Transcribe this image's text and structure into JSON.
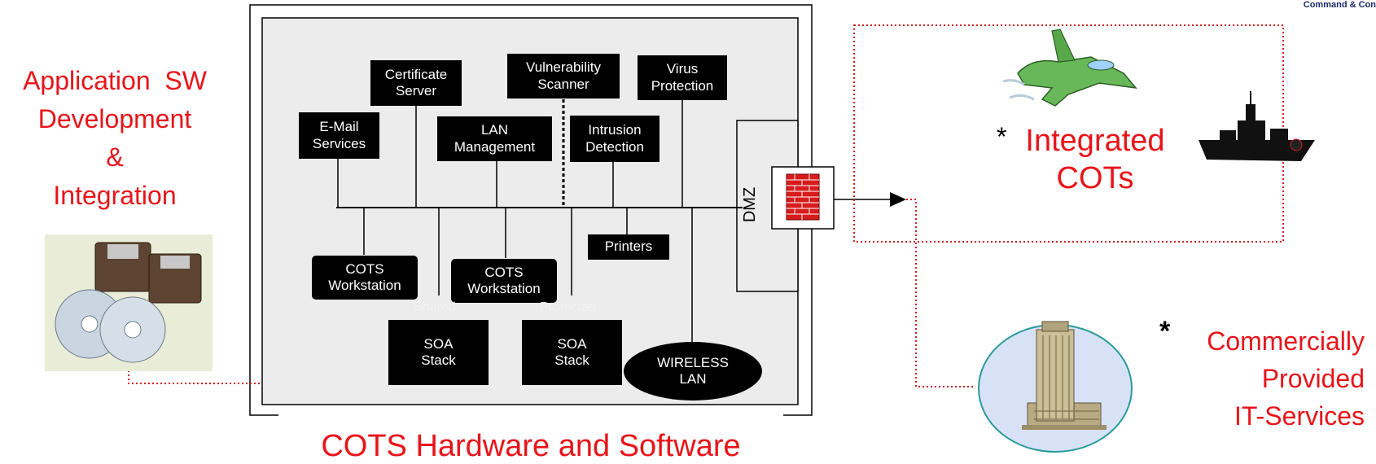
{
  "corner_text": "Command & Con",
  "left": {
    "line1": "Application  SW",
    "line2": "Development",
    "line3": "&",
    "line4": "Integration"
  },
  "footer_title": "COTS Hardware and Software",
  "network": {
    "email": "E-Mail\nServices",
    "certificate": "Certificate\nServer",
    "vulnerability": "Vulnerability\nScanner",
    "virus": "Virus\nProtection",
    "lan_mgmt": "LAN\nManagement",
    "intrusion": "Intrusion\nDetection",
    "printers": "Printers",
    "workstation1": "COTS\nWorkstation",
    "workstation2": "COTS\nWorkstation",
    "shared": "Shared",
    "protected": "Protected",
    "soa1": "SOA\nStack",
    "soa2": "SOA\nStack",
    "wireless": "WIRELESS\nLAN",
    "dmz": "DMZ"
  },
  "right": {
    "integrated_star": "*",
    "integrated_line1": "Integrated",
    "integrated_line2": "COTs",
    "commercial_star": "*",
    "commercial_line1": "Commercially",
    "commercial_line2": "Provided",
    "commercial_line3": "IT-Services"
  },
  "colors": {
    "accent": "#e8141a",
    "box": "#000000",
    "panel": "#ececec",
    "ellipse": "#d7e2f7",
    "ellipse_stroke": "#2a9a9a"
  }
}
